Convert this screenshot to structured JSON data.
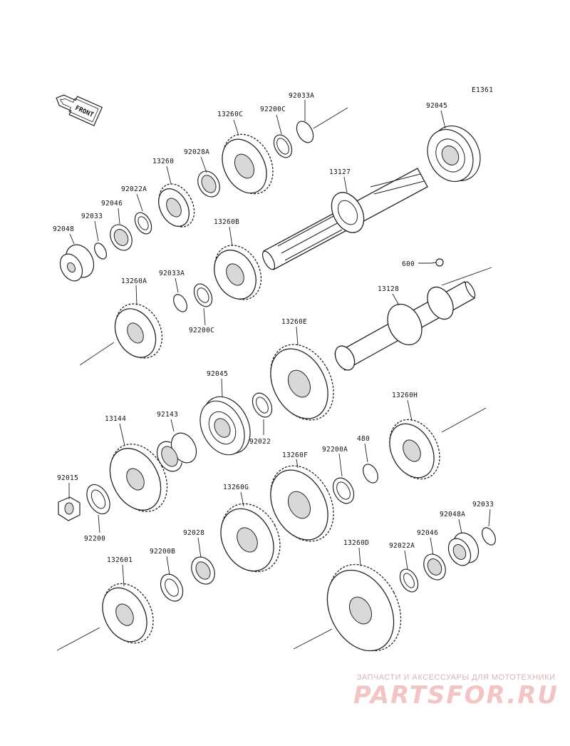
{
  "diagram_id": "E1361",
  "front_label": "FRONT",
  "watermark": {
    "subtitle": "ЗАПЧАСТИ И АКСЕССУАРЫ ДЛЯ МОТОТЕХНИКИ",
    "logo": "PARTSFOR.RU"
  },
  "parts": [
    {
      "id": "p_92033A_top",
      "label": "92033A"
    },
    {
      "id": "p_92045_top",
      "label": "92045"
    },
    {
      "id": "p_13260C",
      "label": "13260C"
    },
    {
      "id": "p_92200C_top",
      "label": "92200C"
    },
    {
      "id": "p_92028A",
      "label": "92028A"
    },
    {
      "id": "p_13260",
      "label": "13260"
    },
    {
      "id": "p_13127",
      "label": "13127"
    },
    {
      "id": "p_92022A_top",
      "label": "92022A"
    },
    {
      "id": "p_92046_top",
      "label": "92046"
    },
    {
      "id": "p_92033_top",
      "label": "92033"
    },
    {
      "id": "p_92048",
      "label": "92048"
    },
    {
      "id": "p_13260B",
      "label": "13260B"
    },
    {
      "id": "p_600",
      "label": "600"
    },
    {
      "id": "p_13260A",
      "label": "13260A"
    },
    {
      "id": "p_92033A_mid",
      "label": "92033A"
    },
    {
      "id": "p_13128",
      "label": "13128"
    },
    {
      "id": "p_92200C_mid",
      "label": "92200C"
    },
    {
      "id": "p_13260E",
      "label": "13260E"
    },
    {
      "id": "p_92045_mid",
      "label": "92045"
    },
    {
      "id": "p_13260H",
      "label": "13260H"
    },
    {
      "id": "p_13144",
      "label": "13144"
    },
    {
      "id": "p_92143",
      "label": "92143"
    },
    {
      "id": "p_92022",
      "label": "92022"
    },
    {
      "id": "p_480",
      "label": "480"
    },
    {
      "id": "p_92200A",
      "label": "92200A"
    },
    {
      "id": "p_13260F",
      "label": "13260F"
    },
    {
      "id": "p_92015",
      "label": "92015"
    },
    {
      "id": "p_13260G",
      "label": "13260G"
    },
    {
      "id": "p_92033_bot",
      "label": "92033"
    },
    {
      "id": "p_92048A",
      "label": "92048A"
    },
    {
      "id": "p_92200",
      "label": "92200"
    },
    {
      "id": "p_92046_bot",
      "label": "92046"
    },
    {
      "id": "p_92028",
      "label": "92028"
    },
    {
      "id": "p_13260D",
      "label": "13260D"
    },
    {
      "id": "p_132601",
      "label": "132601"
    },
    {
      "id": "p_92200B",
      "label": "92200B"
    },
    {
      "id": "p_92022A_bot",
      "label": "92022A"
    }
  ]
}
